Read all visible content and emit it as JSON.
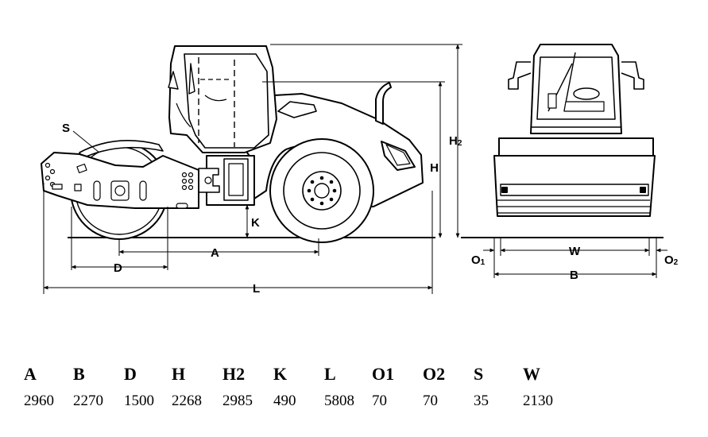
{
  "diagram": {
    "labels": {
      "S": "S",
      "H": "H",
      "H2_main": "H",
      "H2_sub": "2",
      "K": "K",
      "A": "A",
      "D": "D",
      "L": "L",
      "O1_main": "O",
      "O1_sub": "1",
      "O2_main": "O",
      "O2_sub": "2",
      "W": "W",
      "B": "B"
    }
  },
  "specs": {
    "headers": [
      "A",
      "B",
      "D",
      "H",
      "H2",
      "K",
      "L",
      "O1",
      "O2",
      "S",
      "W"
    ],
    "values": [
      "2960",
      "2270",
      "1500",
      "2268",
      "2985",
      "490",
      "5808",
      "70",
      "70",
      "35",
      "2130"
    ]
  }
}
